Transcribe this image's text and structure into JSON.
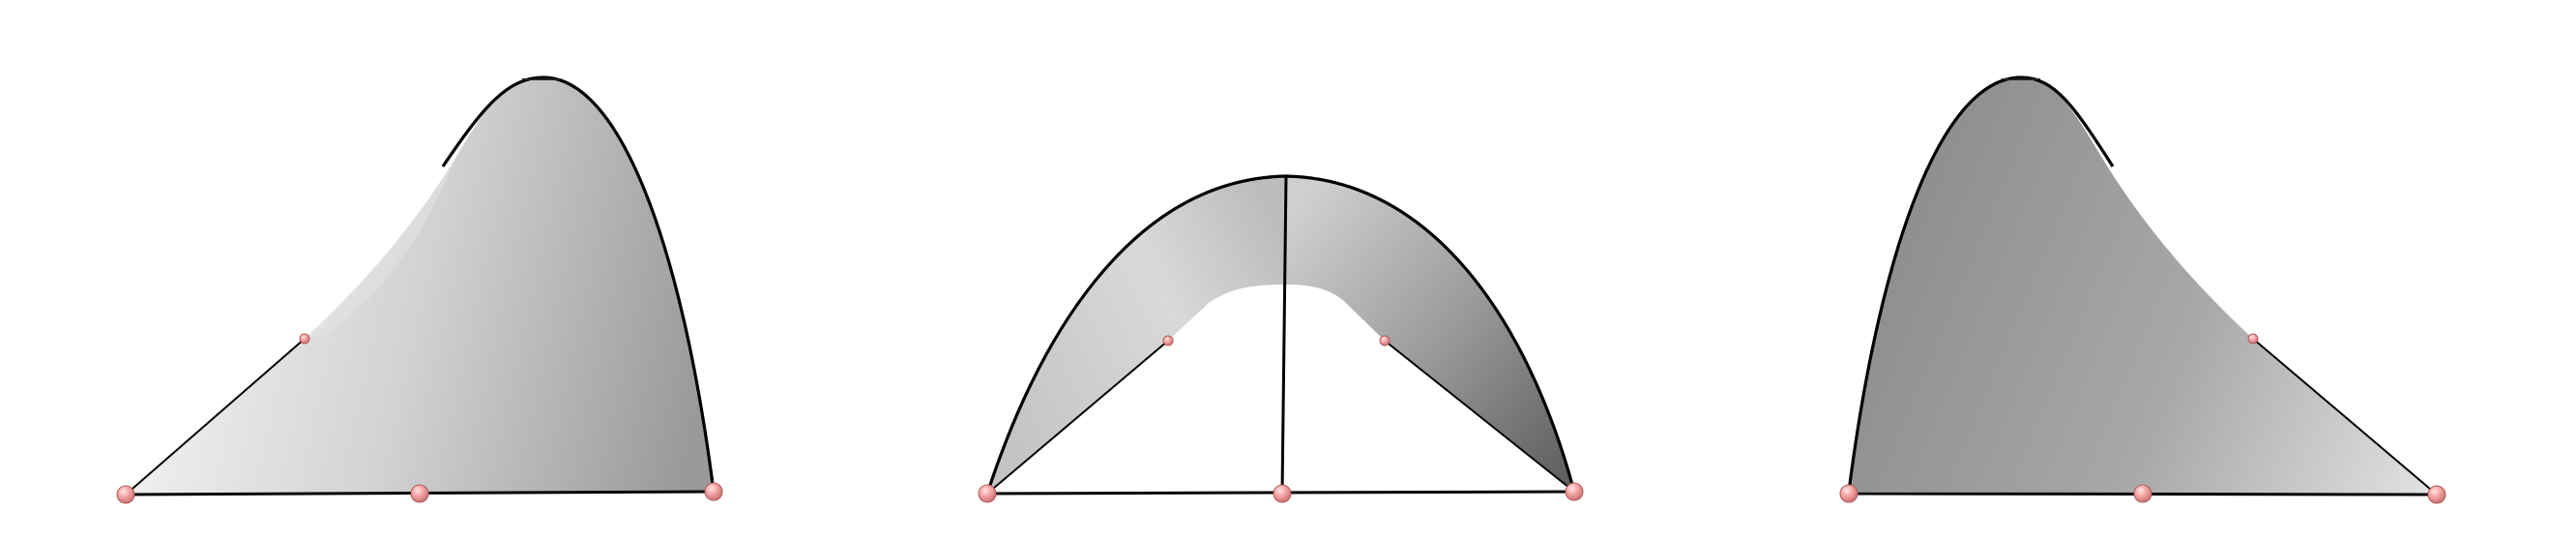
{
  "figure": {
    "panel_count": 3,
    "colors": {
      "background": "#ffffff",
      "edge": "#000000",
      "control_point": "#f29a9a",
      "control_point_highlight": "#ffd9d9",
      "control_point_outline": "#c06060",
      "surface_light": "#ececec",
      "surface_mid": "#bdbdbd",
      "surface_dark": "#7f7f7f"
    },
    "panels": [
      {
        "name": "left-surface",
        "control_points": 4
      },
      {
        "name": "middle-surface",
        "control_points": 5
      },
      {
        "name": "right-surface",
        "control_points": 4
      }
    ]
  }
}
